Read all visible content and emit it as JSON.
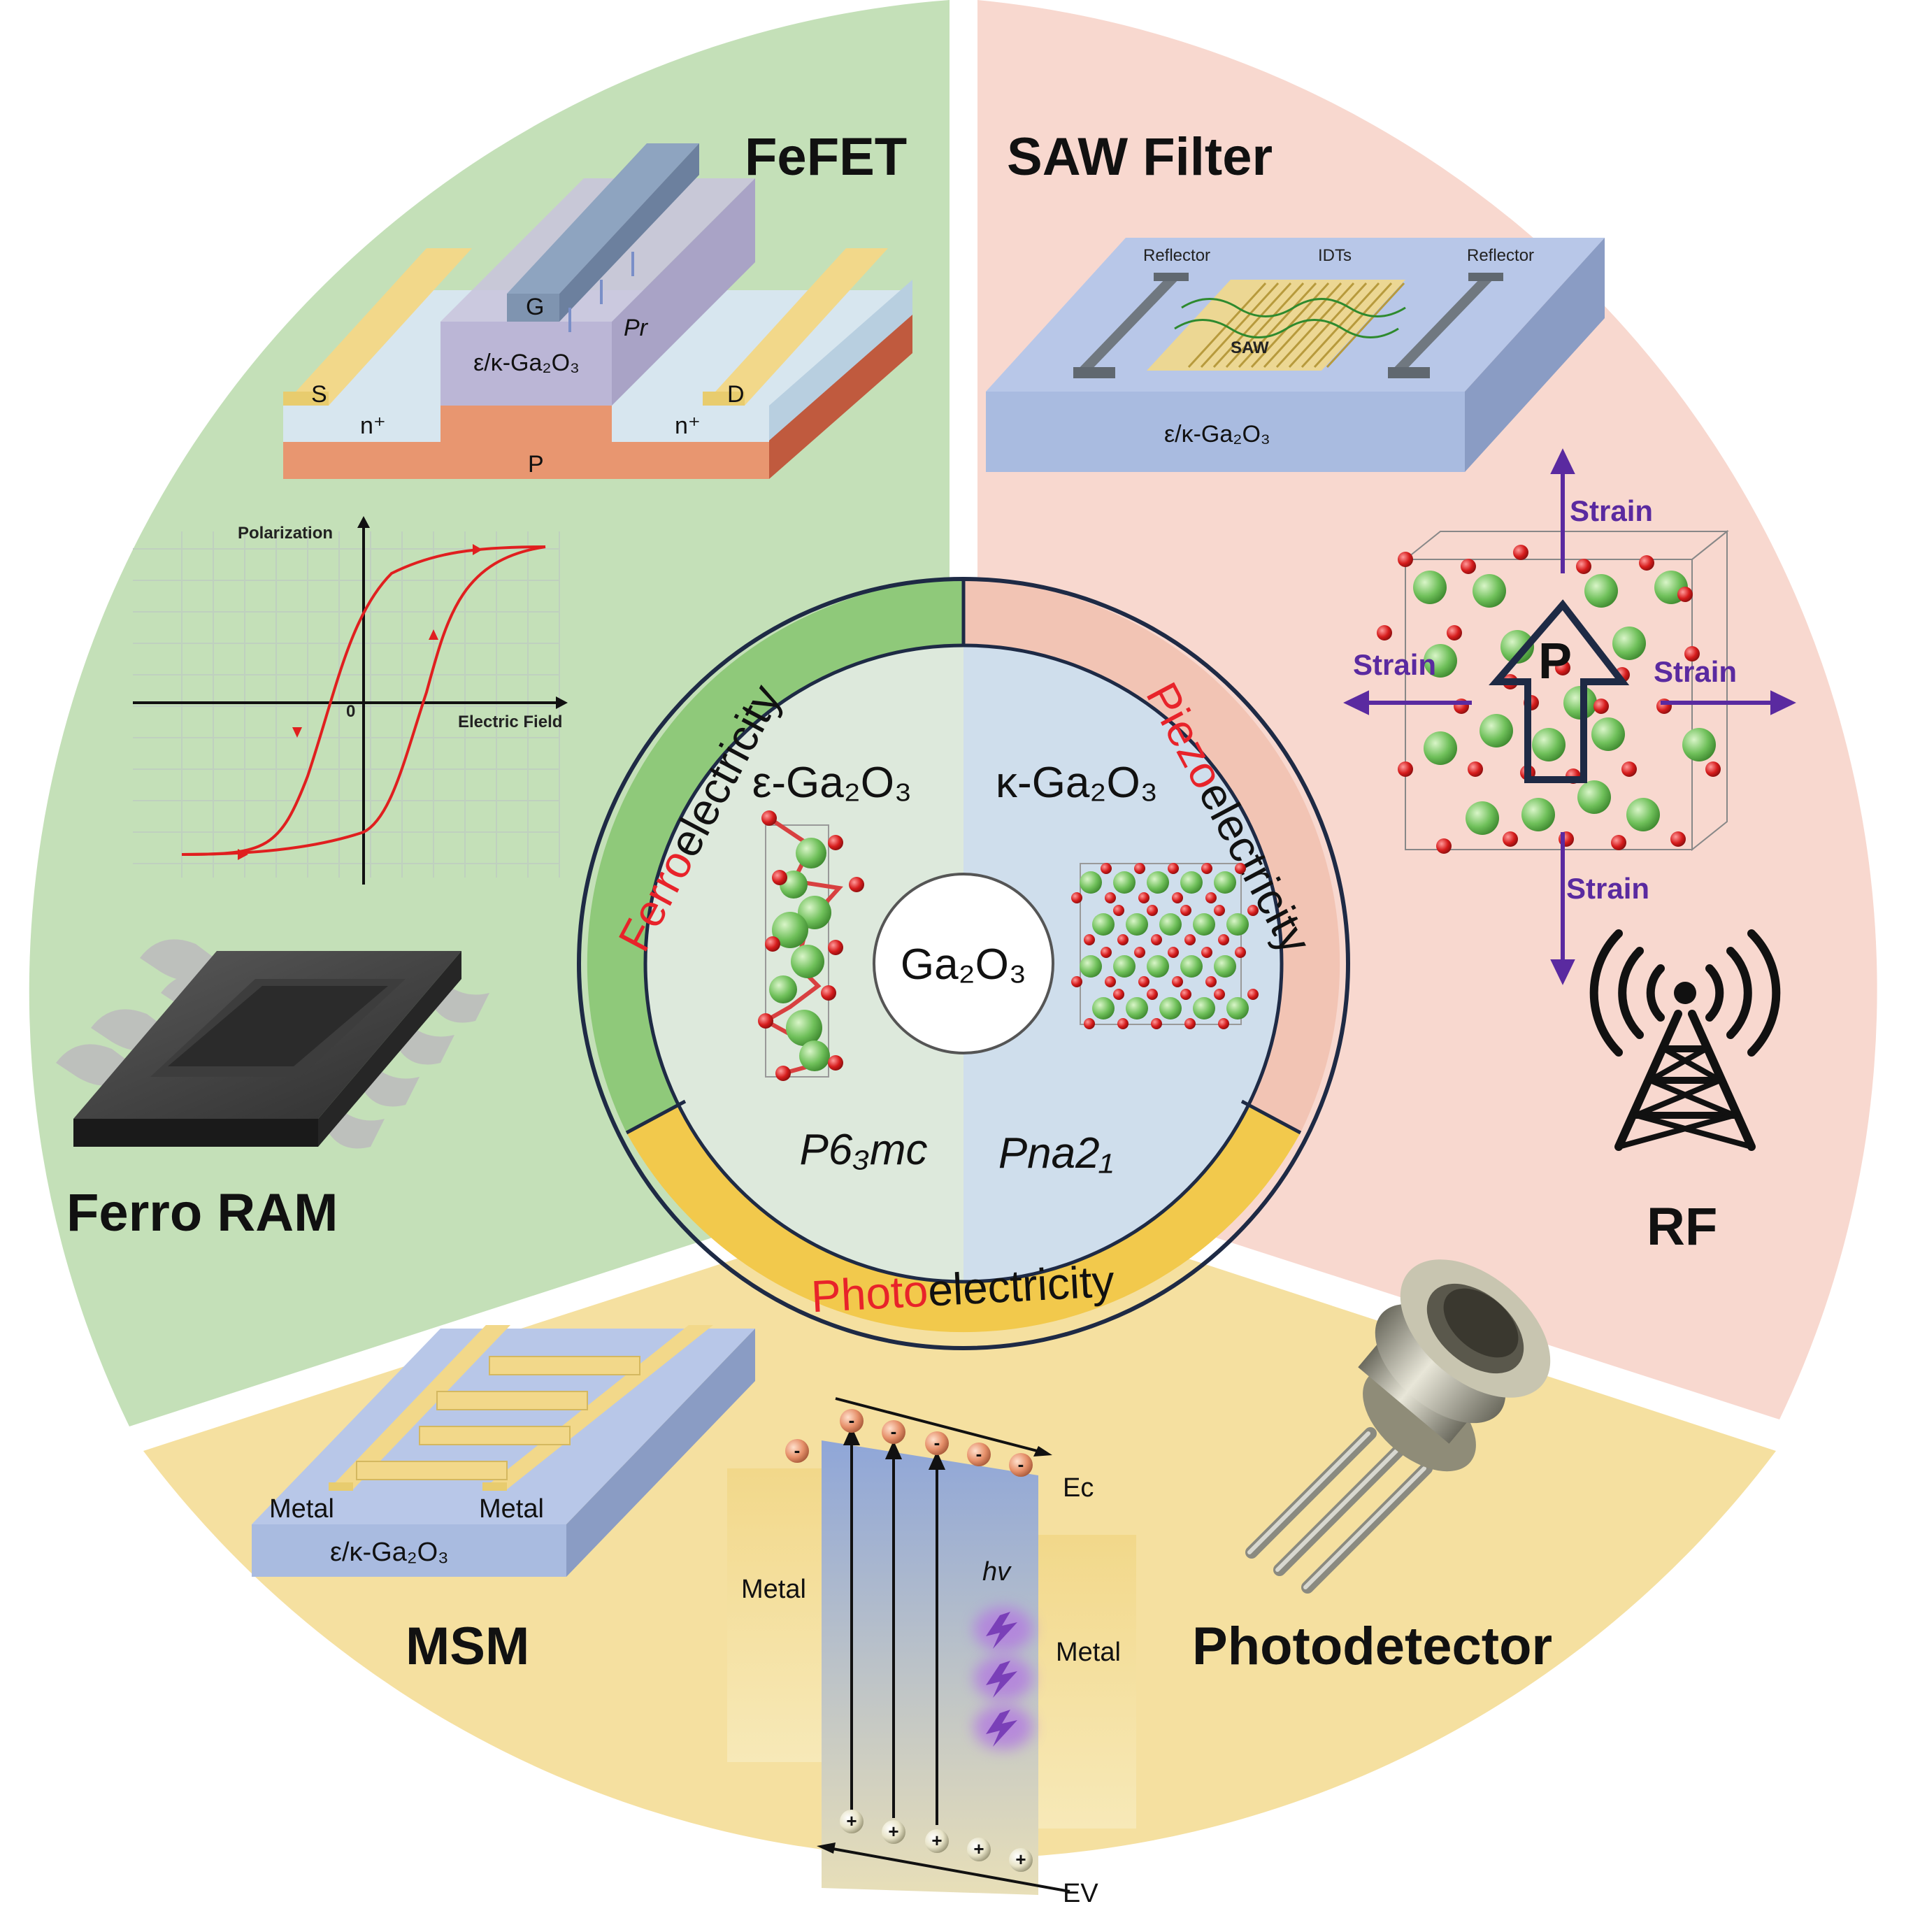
{
  "titles": {
    "fefet": "FeFET",
    "saw": "SAW Filter",
    "ferro_ram": "Ferro RAM",
    "rf": "RF",
    "msm": "MSM",
    "photodetector": "Photodetector"
  },
  "fefet": {
    "gate": "G",
    "pr": "Pr",
    "material": "ε/κ-Ga₂O₃",
    "source": "S",
    "drain": "D",
    "n_left": "n⁺",
    "n_right": "n⁺",
    "substrate": "P"
  },
  "hysteresis": {
    "ylabel": "Polarization",
    "xlabel": "Electric Field",
    "origin": "0"
  },
  "saw": {
    "reflector_left": "Reflector",
    "idts": "IDTs",
    "reflector_right": "Reflector",
    "saw_label": "SAW",
    "material": "ε/κ-Ga₂O₃"
  },
  "strain": {
    "label": "Strain",
    "polarization": "P"
  },
  "center": {
    "core": "Ga₂O₃",
    "eps_phase": "ε-Ga₂O₃",
    "kappa_phase": "κ-Ga₂O₃",
    "eps_space_group": "P6₃mc",
    "kappa_space_group": "Pna2₁",
    "ring_ferro_prefix": "Ferro",
    "ring_piezo_prefix": "Piezo",
    "ring_photo_prefix": "Photo",
    "ring_suffix": "electricity"
  },
  "msm": {
    "metal_left": "Metal",
    "metal_right": "Metal",
    "material": "ε/κ-Ga₂O₃"
  },
  "band": {
    "metal_left": "Metal",
    "metal_right": "Metal",
    "hv": "hv",
    "ec": "Ec",
    "ev": "EV"
  },
  "colors": {
    "green": "#c4e0b8",
    "pink": "#f8d8cf",
    "yellow": "#f5e0a0",
    "ring_green": "#8fc97a",
    "ring_pink": "#f2c4b4",
    "ring_yellow": "#f2c94c",
    "highlight_red": "#e8232a"
  }
}
